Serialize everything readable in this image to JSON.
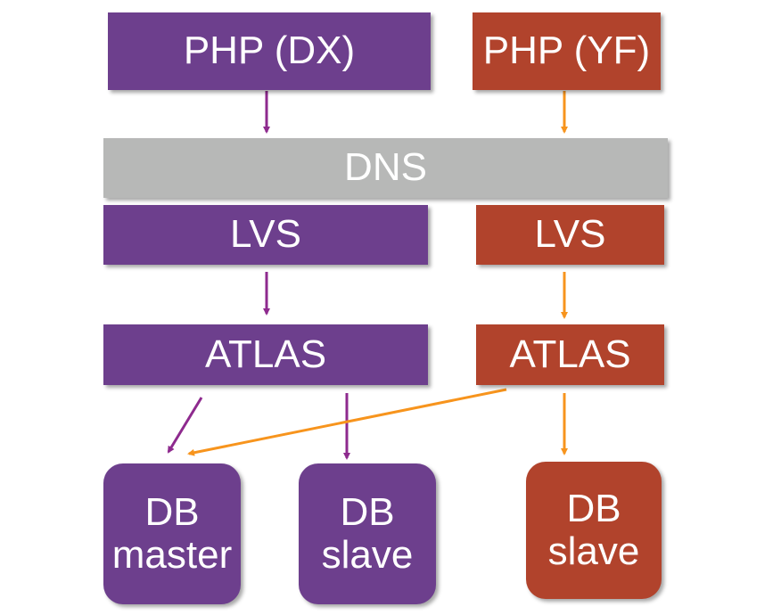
{
  "nodes": {
    "php_dx": "PHP (DX)",
    "php_yf": "PHP (YF)",
    "dns": "DNS",
    "lvs_dx": "LVS",
    "lvs_yf": "LVS",
    "atlas_dx": "ATLAS",
    "atlas_yf": "ATLAS",
    "db_master": {
      "line1": "DB",
      "line2": "master"
    },
    "db_slave_dx": {
      "line1": "DB",
      "line2": "slave"
    },
    "db_slave_yf": {
      "line1": "DB",
      "line2": "slave"
    }
  },
  "colors": {
    "dx_box": "#6d3f8d",
    "yf_box": "#b1432c",
    "dns_box": "#b7b8b7",
    "dx_arrow": "#8e2a8e",
    "yf_arrow": "#f7941d"
  }
}
